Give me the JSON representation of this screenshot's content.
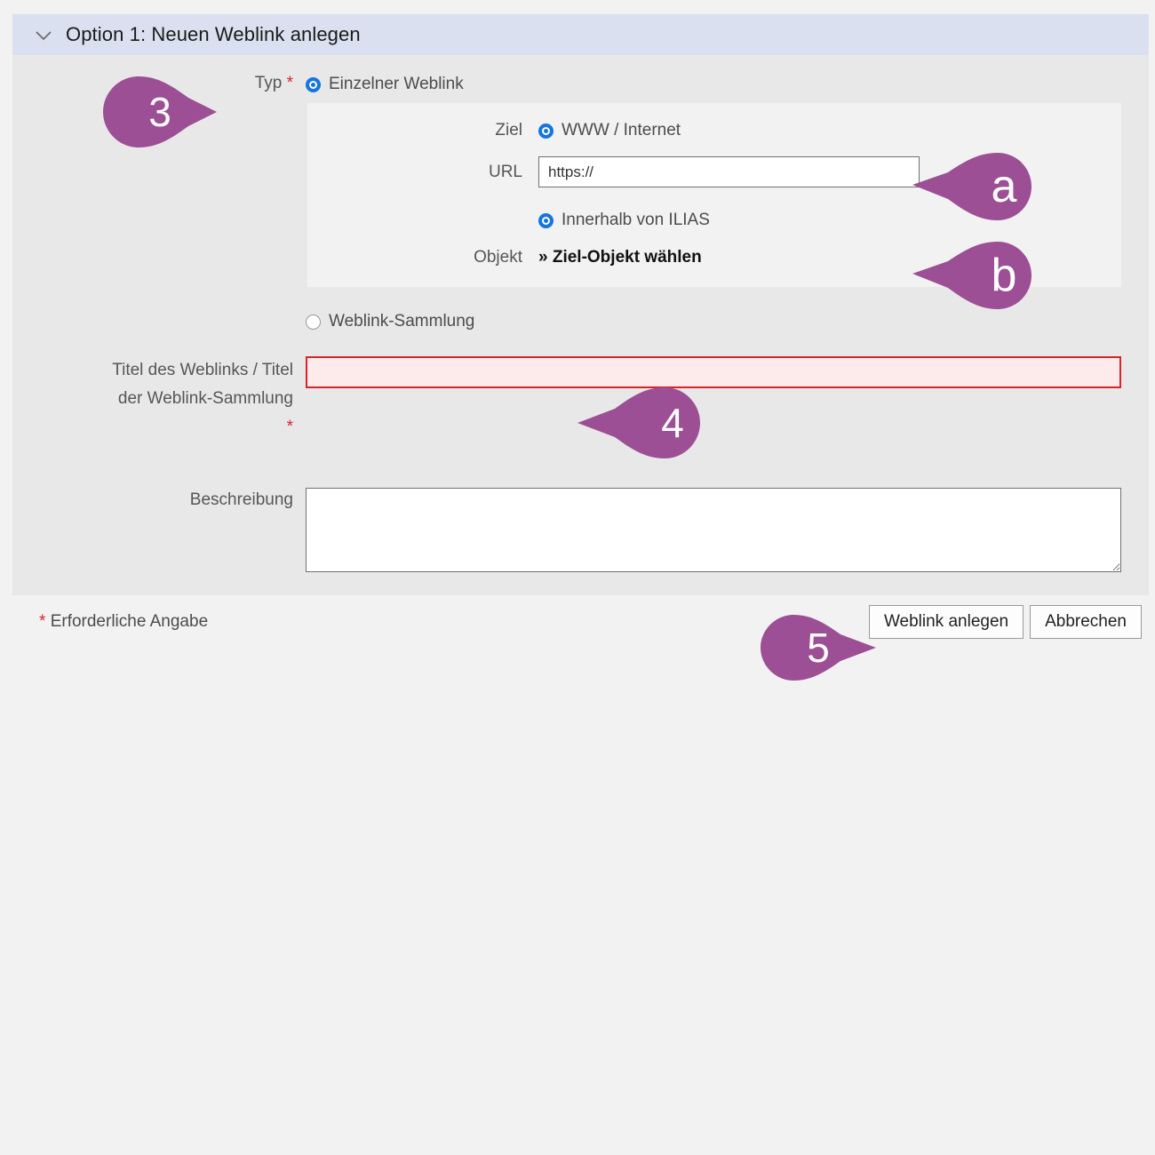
{
  "form": {
    "header": {
      "title": "Option 1: Neuen Weblink anlegen",
      "toggle_icon": "chevron-down-icon"
    },
    "fields": {
      "typ": {
        "label": "Typ",
        "required_marker": "*",
        "options": [
          {
            "label": "Einzelner Weblink",
            "checked": true
          },
          {
            "label": "Weblink-Sammlung",
            "checked": false
          }
        ]
      },
      "ziel": {
        "label": "Ziel",
        "options": [
          {
            "label": "WWW / Internet",
            "checked": true
          },
          {
            "label": "Innerhalb von ILIAS",
            "checked": true
          }
        ]
      },
      "url": {
        "label": "URL",
        "value": "https://",
        "placeholder": ""
      },
      "objekt": {
        "label": "Objekt",
        "link_text": "» Ziel-Objekt wählen"
      },
      "titel": {
        "label_line1": "Titel des Weblinks / Titel",
        "label_line2": "der Weblink-Sammlung",
        "required_marker": "*",
        "value": "",
        "placeholder": ""
      },
      "beschreibung": {
        "label": "Beschreibung",
        "value": "",
        "placeholder": ""
      }
    },
    "footer": {
      "required_marker": "*",
      "note": "Erforderliche Angabe",
      "submit_label": "Weblink anlegen",
      "cancel_label": "Abbrechen"
    }
  },
  "callouts": [
    {
      "id": "callout-3",
      "text": "3"
    },
    {
      "id": "callout-a",
      "text": "a"
    },
    {
      "id": "callout-b",
      "text": "b"
    },
    {
      "id": "callout-4",
      "text": "4"
    },
    {
      "id": "callout-5",
      "text": "5"
    }
  ],
  "colors": {
    "callout": "#9c4f94",
    "header_bar": "#dae0ef",
    "body_bg": "#e8e8e8",
    "subpanel_bg": "#f2f2f2",
    "radio_accent": "#1675e0",
    "required": "#d9232d",
    "error_border": "#d9232d",
    "error_fill": "#fdeaea"
  }
}
